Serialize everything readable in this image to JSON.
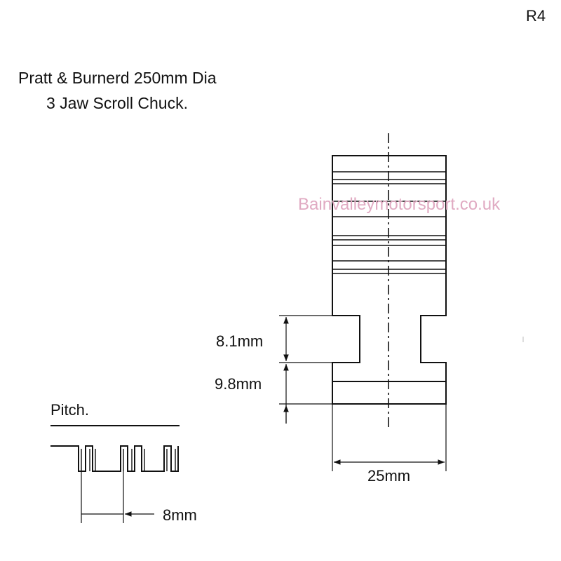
{
  "reference": "R4",
  "title": {
    "line1": "Pratt & Burnerd 250mm Dia",
    "line2": "3 Jaw Scroll Chuck."
  },
  "watermark": "Bainvalleymotorsport.co.uk",
  "dimensions": {
    "upper_height": "8.1mm",
    "lower_height": "9.8mm",
    "width": "25mm",
    "pitch": "8mm"
  },
  "pitch_label": "Pitch."
}
